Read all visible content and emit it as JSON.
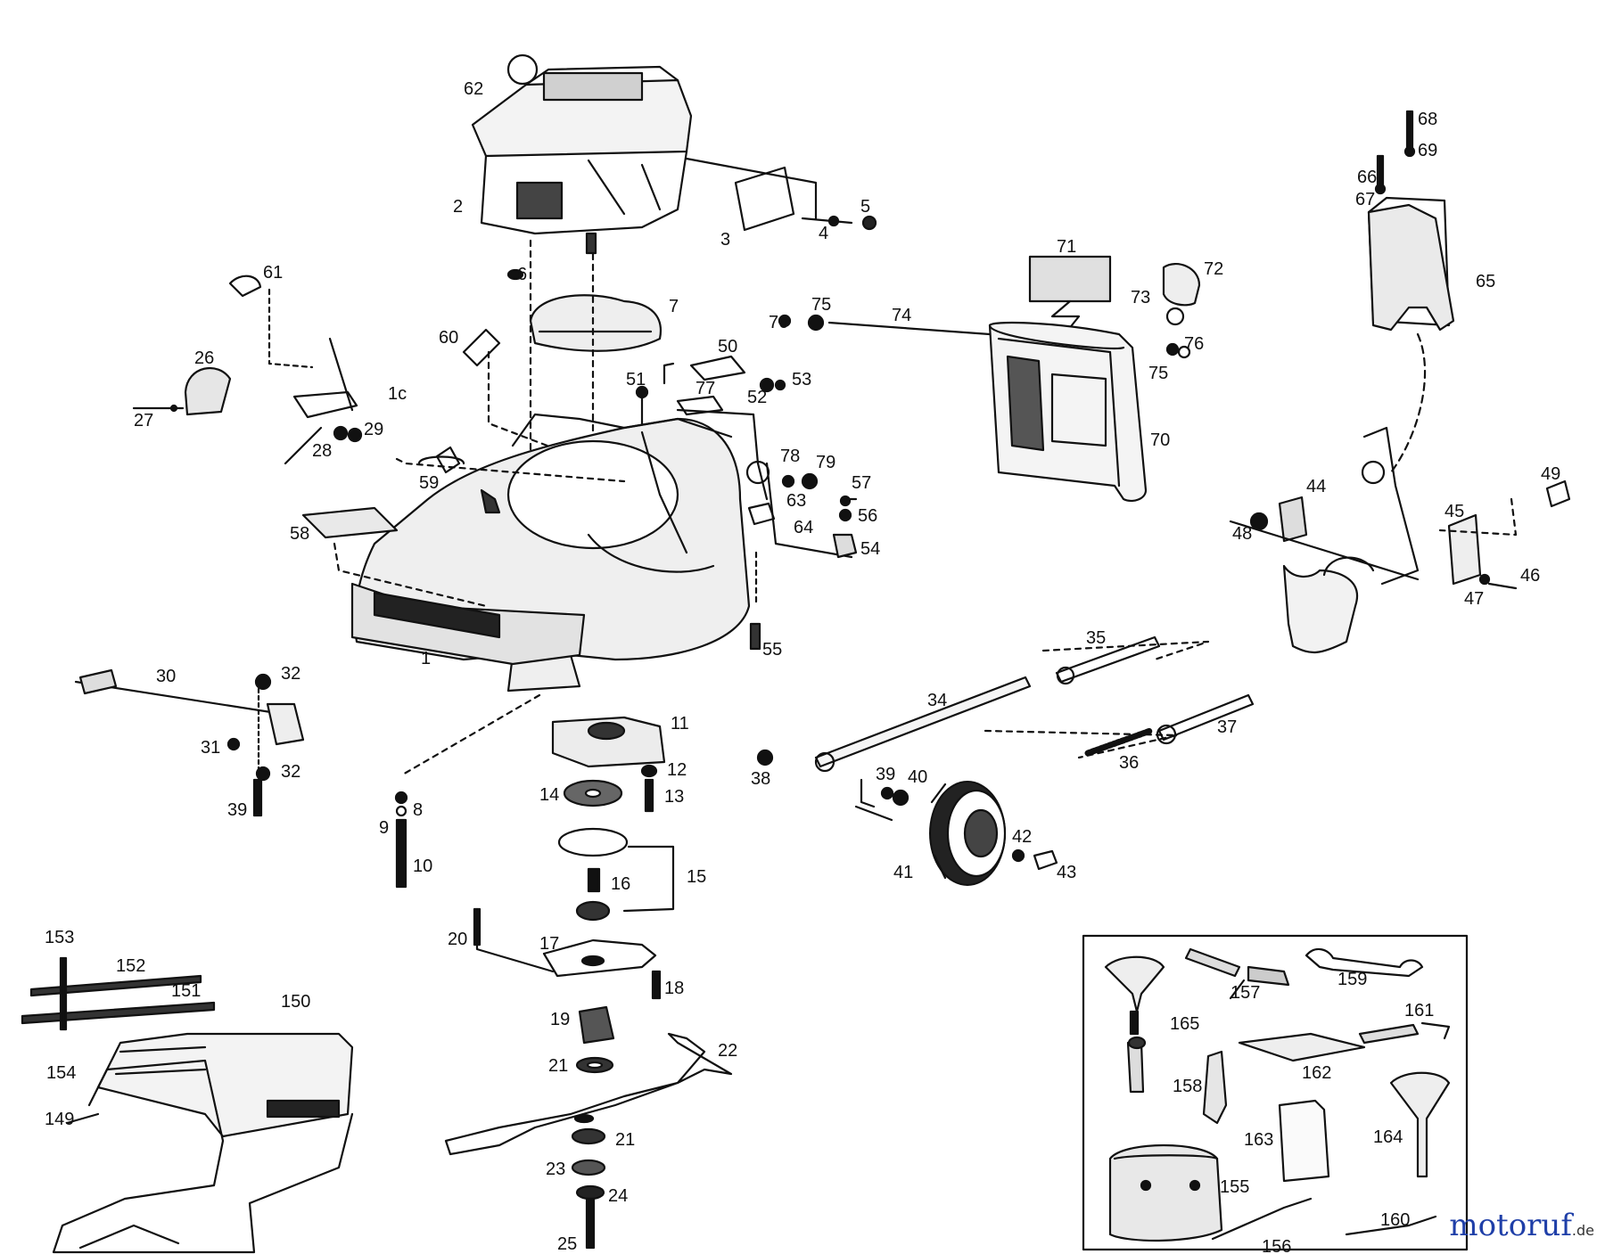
{
  "labels": {
    "p62": "62",
    "p2": "2",
    "p3": "3",
    "p4": "4",
    "p5": "5",
    "p6": "6",
    "p7": "7",
    "p61": "61",
    "p60": "60",
    "p26": "26",
    "p27": "27",
    "p28": "28",
    "p29": "29",
    "p1c": "1c",
    "p59": "59",
    "p58": "58",
    "p1": "1",
    "p50": "50",
    "p51": "51",
    "p77": "77",
    "p52": "52",
    "p53": "53",
    "p78": "78",
    "p79": "79",
    "p57": "57",
    "p56": "56",
    "p63": "63",
    "p64": "64",
    "p54": "54",
    "p55": "55",
    "p71": "71",
    "p72": "72",
    "p73": "73",
    "p74": "74",
    "p75a": "75",
    "p76a": "76",
    "p75b": "75",
    "p76b": "76",
    "p70": "70",
    "p68": "68",
    "p69": "69",
    "p66": "66",
    "p67": "67",
    "p65": "65",
    "p44": "44",
    "p48": "48",
    "p49": "49",
    "p45": "45",
    "p47": "47",
    "p46": "46",
    "p35": "35",
    "p34": "34",
    "p37": "37",
    "p36": "36",
    "p38": "38",
    "p39a": "39",
    "p40": "40",
    "p41": "41",
    "p42": "42",
    "p43": "43",
    "p30": "30",
    "p32a": "32",
    "p31": "31",
    "p32b": "32",
    "p39b": "39",
    "p8": "8",
    "p9": "9",
    "p10": "10",
    "p11": "11",
    "p12": "12",
    "p13": "13",
    "p14": "14",
    "p15": "15",
    "p16": "16",
    "p17": "17",
    "p18": "18",
    "p19": "19",
    "p20": "20",
    "p21a": "21",
    "p22": "22",
    "p21b": "21",
    "p23": "23",
    "p24": "24",
    "p25": "25",
    "p153": "153",
    "p152": "152",
    "p151": "151",
    "p150": "150",
    "p154": "154",
    "p149": "149",
    "p165": "165",
    "p157": "157",
    "p159": "159",
    "p161": "161",
    "p162": "162",
    "p158": "158",
    "p163": "163",
    "p164": "164",
    "p155": "155",
    "p156": "156",
    "p160": "160"
  },
  "watermark": {
    "brand": "motoruf",
    "tld": ".de"
  }
}
